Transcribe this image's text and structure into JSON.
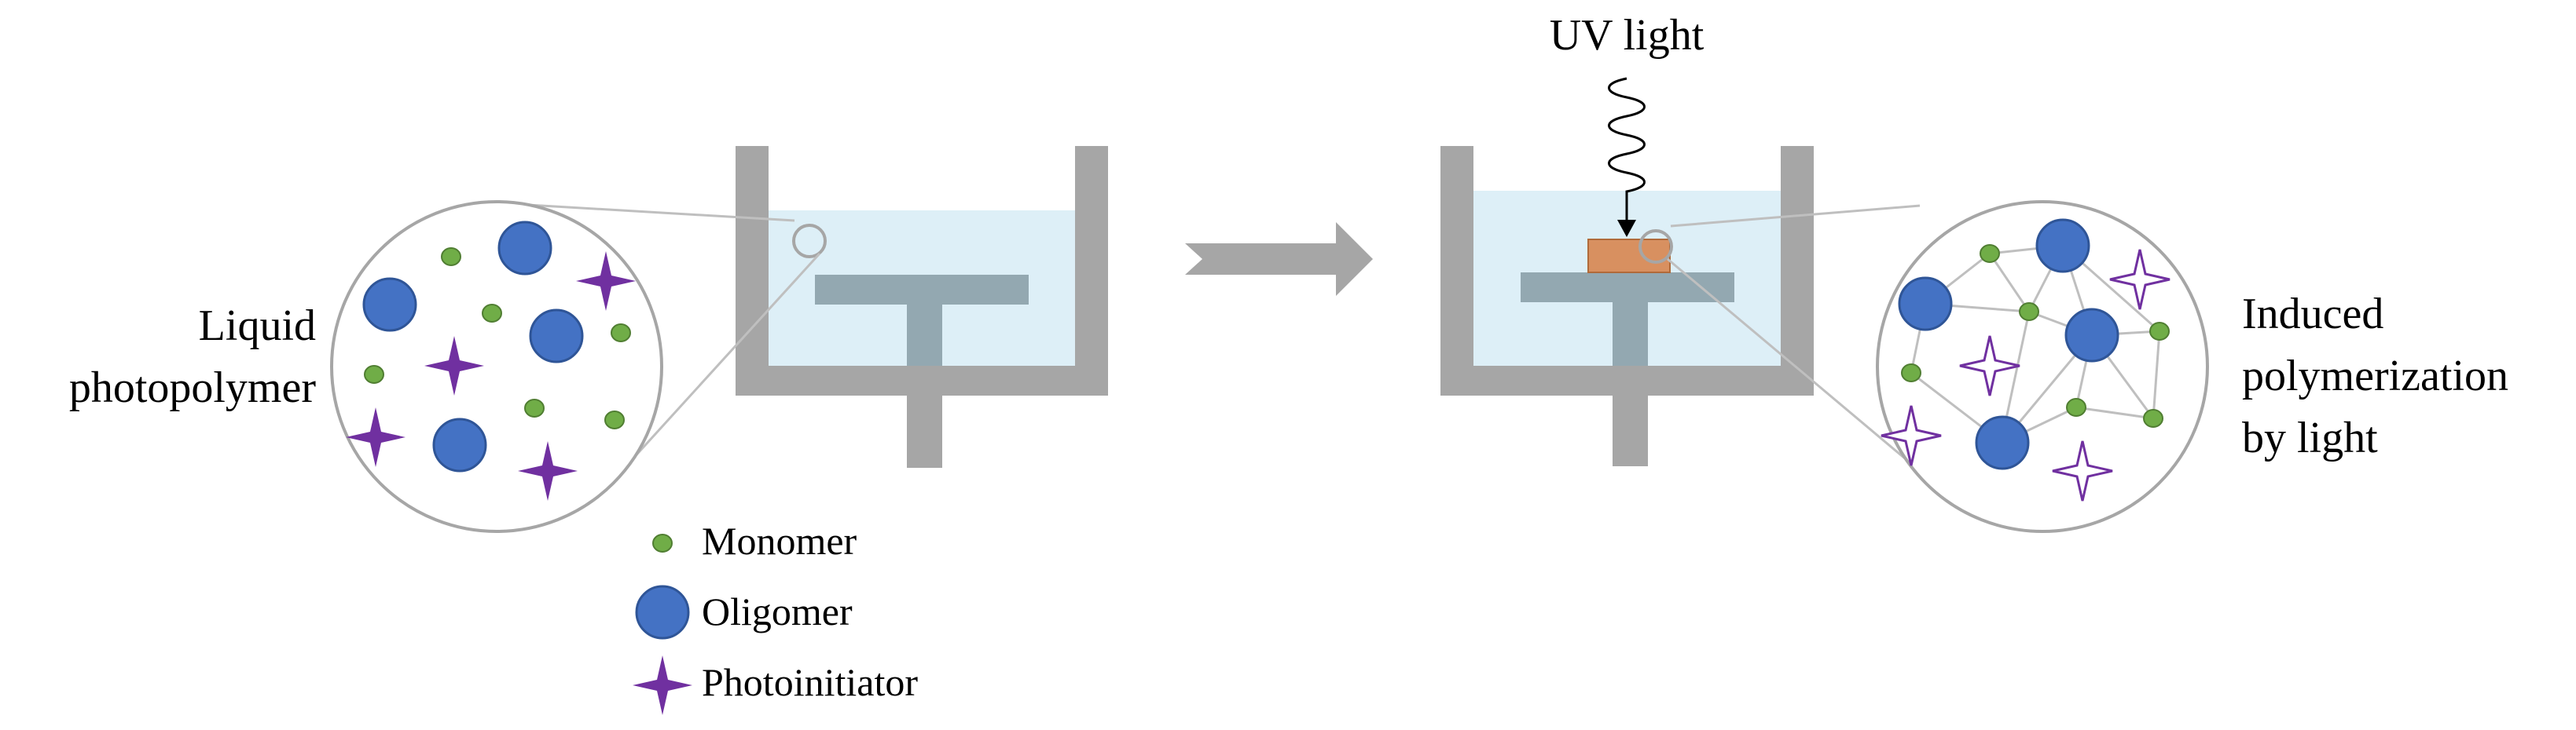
{
  "labels": {
    "liquid_line1": "Liquid",
    "liquid_line2": "photopolymer",
    "uv_light": "UV light",
    "induced_line1": "Induced",
    "induced_line2": "polymerization",
    "induced_line3": "by light"
  },
  "legend": [
    {
      "icon": "monomer-dot-icon",
      "label": "Monomer"
    },
    {
      "icon": "oligomer-circle-icon",
      "label": "Oligomer"
    },
    {
      "icon": "photoinitiator-star-icon",
      "label": "Photoinitiator"
    }
  ],
  "colors": {
    "vat_gray": "#a6a6a6",
    "liquid_fill": "#ddeff7",
    "platform": "#93a8b1",
    "oligomer": "#4472c4",
    "oligomer_stroke": "#2f5597",
    "monomer": "#70ad47",
    "monomer_stroke": "#507e32",
    "photoinitiator": "#7030a0",
    "cured_part": "#d89060",
    "arrow_gray": "#a6a6a6",
    "network_line": "#bfbfbf"
  }
}
